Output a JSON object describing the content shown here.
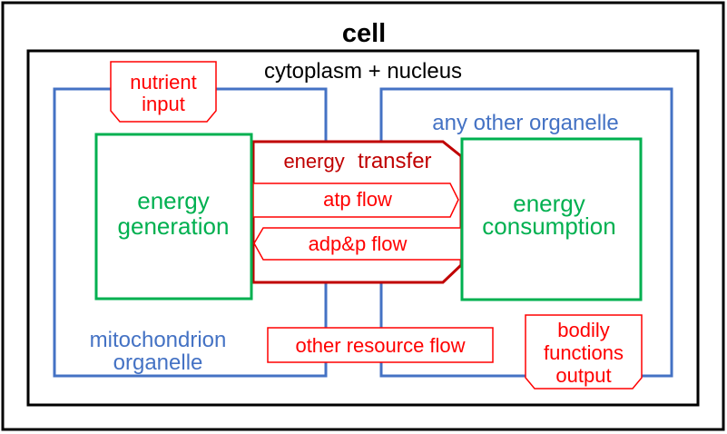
{
  "cell": {
    "title": "cell"
  },
  "cytoplasm": {
    "title": "cytoplasm + nucleus"
  },
  "mitochondrion": {
    "label_line1": "mitochondrion",
    "label_line2": "organelle",
    "energy_generation": {
      "line1": "energy",
      "line2": "generation"
    },
    "nutrient_input": {
      "line1": "nutrient",
      "line2": "input"
    }
  },
  "other_organelle": {
    "title": "any other organelle",
    "energy_consumption": {
      "line1": "energy",
      "line2": "consumption"
    },
    "bodily_functions": {
      "line1": "bodily",
      "line2": "functions",
      "line3": "output"
    }
  },
  "energy_transfer": {
    "title_word1": "energy",
    "title_word2": "transfer",
    "atp_flow": "atp flow",
    "adp_flow": "adp&p flow"
  },
  "other_resource_flow": "other resource flow",
  "colors": {
    "black": "#000000",
    "blue": "#4472C4",
    "green": "#00B050",
    "red": "#FF0000",
    "dark_red": "#C00000"
  }
}
